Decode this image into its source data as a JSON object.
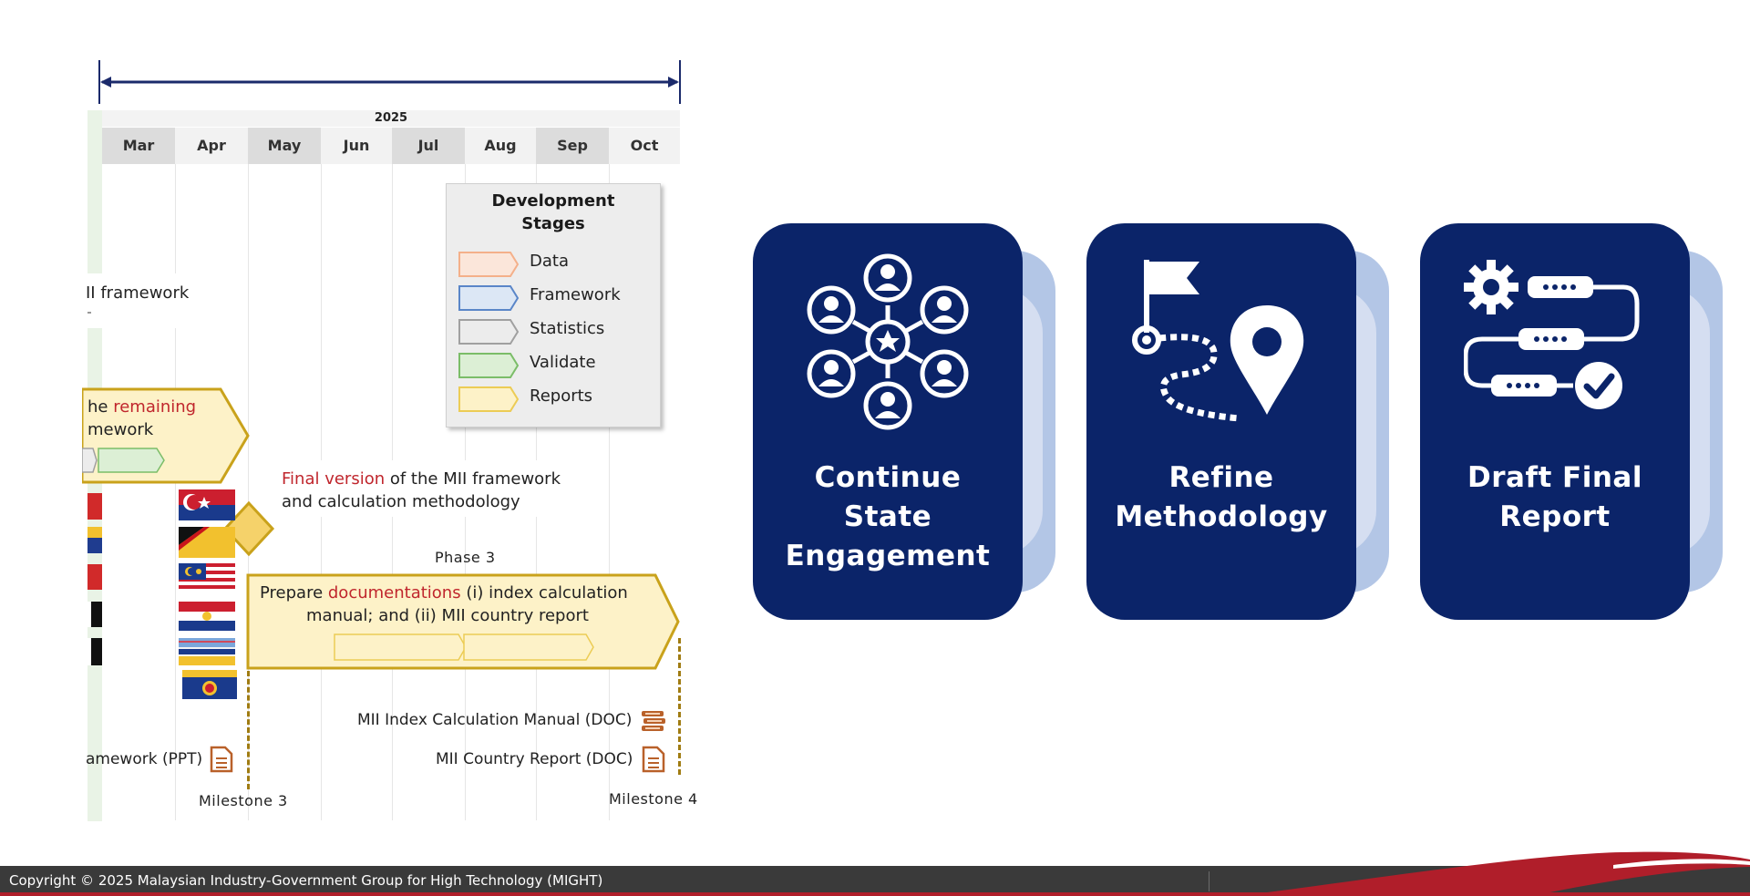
{
  "gantt": {
    "year": "2025",
    "months": [
      "Mar",
      "Apr",
      "May",
      "Jun",
      "Jul",
      "Aug",
      "Sep",
      "Oct"
    ],
    "legend": {
      "title_line1": "Development",
      "title_line2": "Stages",
      "items": [
        {
          "label": "Data",
          "color": "#f4c7a8",
          "fill": "#fbe6da"
        },
        {
          "label": "Framework",
          "color": "#7ea3d6",
          "fill": "#dce7f5"
        },
        {
          "label": "Statistics",
          "color": "#a8a8a8",
          "fill": "#ececec"
        },
        {
          "label": "Validate",
          "color": "#8cc47b",
          "fill": "#dcefd5"
        },
        {
          "label": "Reports",
          "color": "#f2d36a",
          "fill": "#fdf2c8"
        }
      ]
    },
    "framework_text": "II framework",
    "phase2_line1_prefix": "he ",
    "phase2_line1_red": "remaining",
    "phase2_line2": "mework",
    "final_version_red": "Final version",
    "final_version_rest": " of the MII framework",
    "final_version_line2": "and calculation methodology",
    "phase3_label": "Phase 3",
    "phase3_line1_prefix": "Prepare ",
    "phase3_line1_red": "documentations",
    "phase3_line1_rest": " (i) index calculation",
    "phase3_line2": "manual; and (ii) MII country report",
    "deliverable_manual": "MII Index Calculation Manual (DOC)",
    "deliverable_report": "MII Country Report (DOC)",
    "deliverable_ppt": "amework (PPT)",
    "milestone3": "Milestone 3",
    "milestone4": "Milestone 4"
  },
  "cards": [
    {
      "title_line1": "Continue",
      "title_line2": "State",
      "title_line3": "Engagement",
      "icon": "network-people-icon"
    },
    {
      "title_line1": "Refine",
      "title_line2": "Methodology",
      "icon": "flag-route-pin-icon"
    },
    {
      "title_line1": "Draft Final",
      "title_line2": "Report",
      "icon": "gear-process-check-icon"
    }
  ],
  "colors": {
    "card_navy": "#0b2469",
    "card_back_light": "#d5def1",
    "card_back_mid": "#b3c6e6",
    "arrow_navy": "#1b2a6b",
    "gold": "#c9a21b",
    "red_text": "#c0262d",
    "footer_bg": "#3a3a3a",
    "footer_red": "#b01e2a"
  },
  "footer": {
    "copyright": "Copyright © 2025 Malaysian Industry-Government Group for High Technology (MIGHT)"
  }
}
